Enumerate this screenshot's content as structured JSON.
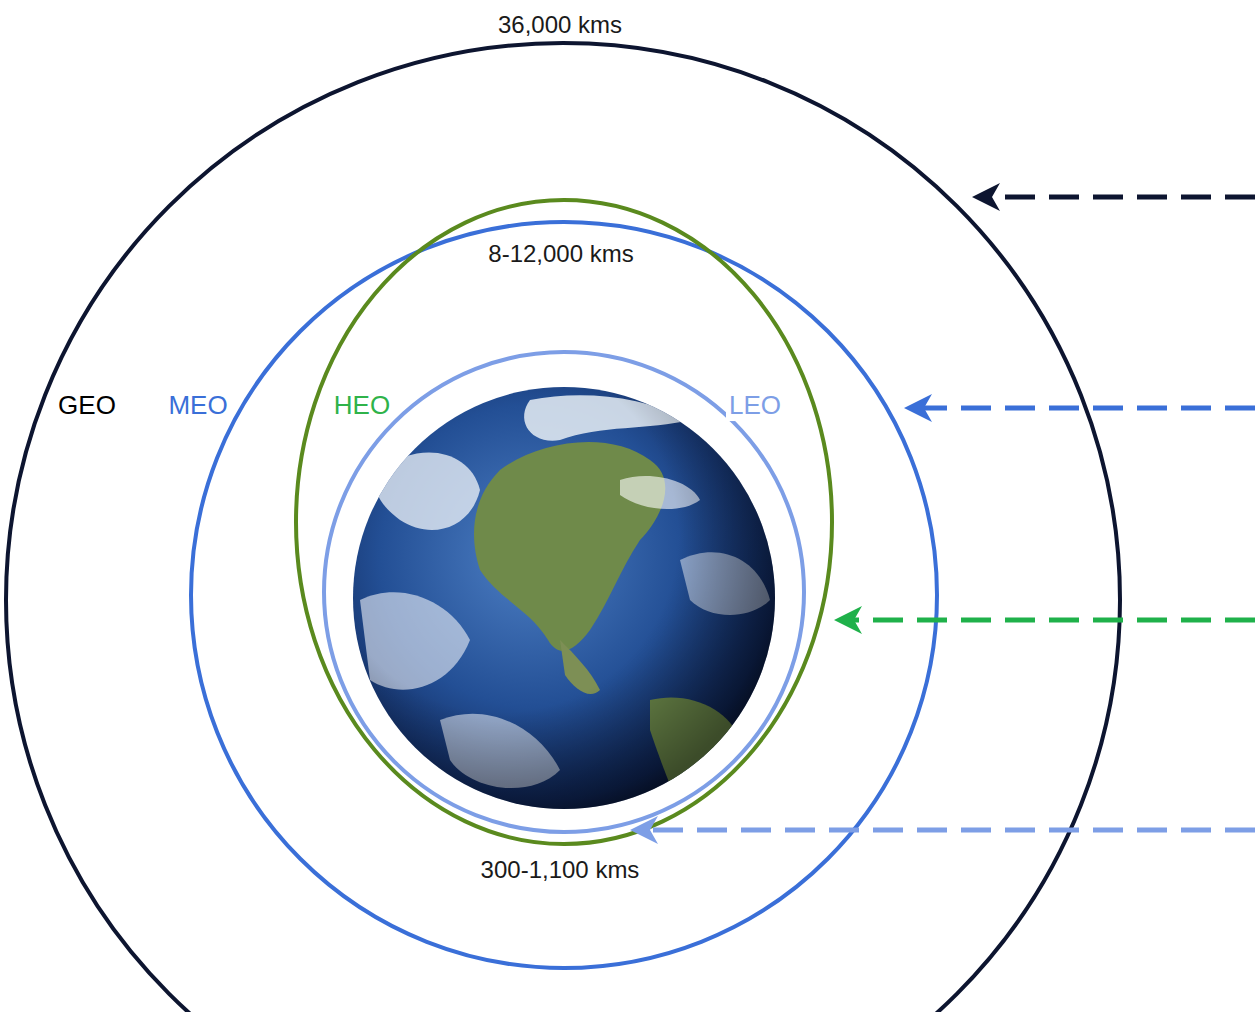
{
  "diagram": {
    "labels": [
      "36,000 kms",
      "8-12,000 kms",
      "GEO",
      "MEO",
      "HEO",
      "LEO",
      "300-1,100 kms"
    ]
  }
}
